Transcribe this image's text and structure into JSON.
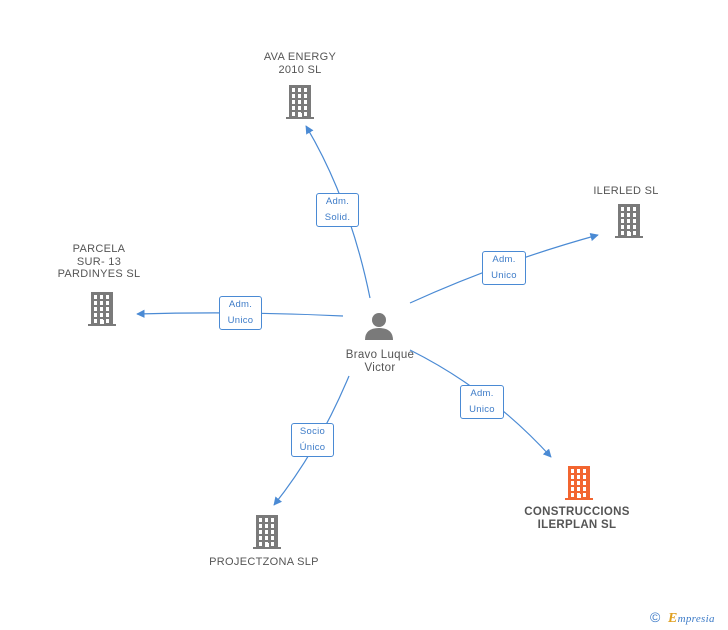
{
  "colors": {
    "edge": "#4a8ad4",
    "company": "#7a7a7a",
    "company_highlight": "#f26530",
    "person": "#7a7a7a",
    "label_text": "#555555"
  },
  "person": {
    "name": "Bravo Luque\nVictor",
    "icon": "person-icon"
  },
  "companies": [
    {
      "id": "ava",
      "name": "AVA ENERGY\n2010 SL",
      "icon": "building-icon",
      "highlight": false
    },
    {
      "id": "ilerled",
      "name": "ILERLED  SL",
      "icon": "building-icon",
      "highlight": false
    },
    {
      "id": "parcela",
      "name": "PARCELA\nSUR- 13\nPARDINYES SL",
      "icon": "building-icon",
      "highlight": false
    },
    {
      "id": "construccions",
      "name": "CONSTRUCCIONS\nILERPLAN SL",
      "icon": "building-icon",
      "highlight": true
    },
    {
      "id": "projectzona",
      "name": "PROJECTZONA SLP",
      "icon": "building-icon",
      "highlight": false
    }
  ],
  "relations": [
    {
      "to": "ava",
      "label": "Adm.\nSolid."
    },
    {
      "to": "ilerled",
      "label": "Adm.\nUnico"
    },
    {
      "to": "parcela",
      "label": "Adm.\nUnico"
    },
    {
      "to": "construccions",
      "label": "Adm.\nUnico"
    },
    {
      "to": "projectzona",
      "label": "Socio\nÚnico"
    }
  ],
  "footer": {
    "copyright": "©",
    "brand_initial": "E",
    "brand_rest": "mpresia"
  }
}
